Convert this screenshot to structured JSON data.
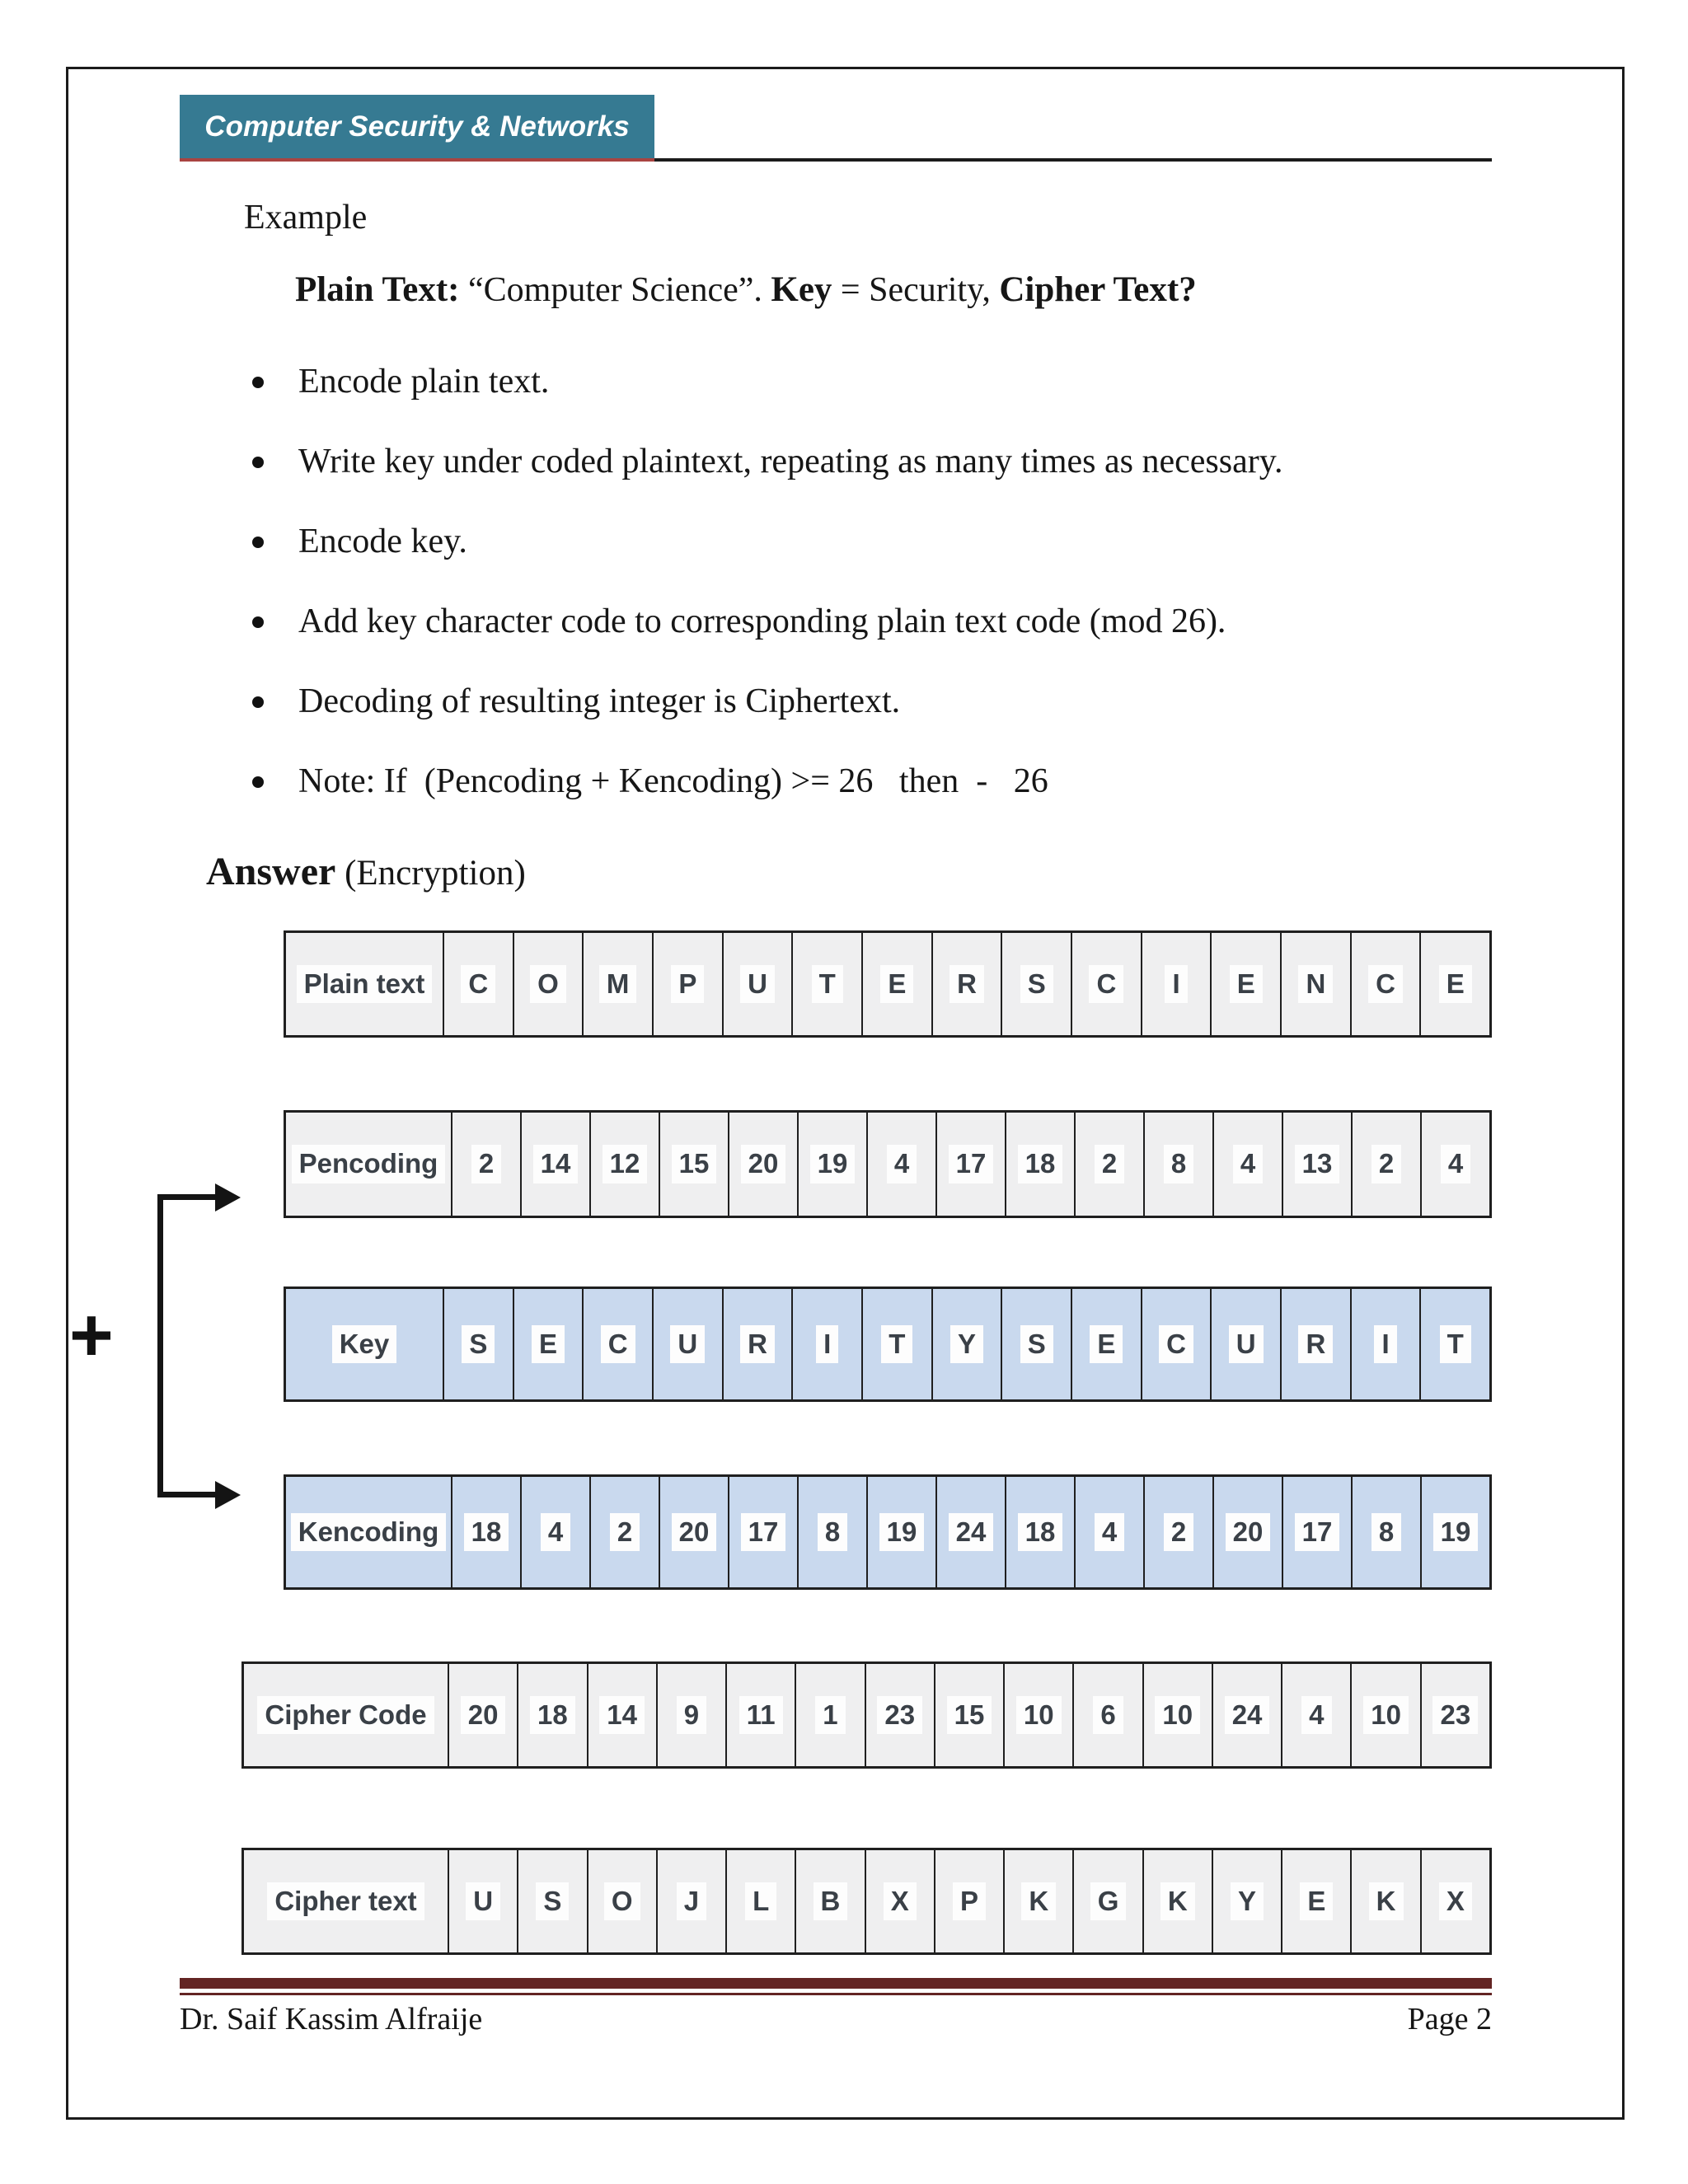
{
  "header": {
    "badge": "Computer Security & Networks"
  },
  "example_label": "Example",
  "problem": {
    "plain_label": "Plain Text:",
    "plain_value": "  “Computer Science”. ",
    "key_label": "Key",
    "key_value": " = Security, ",
    "cipher_question": "Cipher Text?"
  },
  "bullets": [
    "Encode plain text.",
    "Write key under coded plaintext, repeating as many times as necessary.",
    "Encode key.",
    "Add key character code to corresponding plain text code (mod 26).",
    "Decoding of resulting integer is Ciphertext.",
    "Note: If  (Pencoding + Kencoding) >= 26   then  -   26"
  ],
  "answer": {
    "bold": "Answer",
    "normal": " (Encryption)"
  },
  "plus_sign": "+",
  "tables": [
    {
      "label": "Plain text",
      "theme": "gray",
      "cells": [
        "C",
        "O",
        "M",
        "P",
        "U",
        "T",
        "E",
        "R",
        "S",
        "C",
        "I",
        "E",
        "N",
        "C",
        "E"
      ]
    },
    {
      "label": "Pencoding",
      "theme": "gray",
      "cells": [
        "2",
        "14",
        "12",
        "15",
        "20",
        "19",
        "4",
        "17",
        "18",
        "2",
        "8",
        "4",
        "13",
        "2",
        "4"
      ]
    },
    {
      "label": "Key",
      "theme": "blue",
      "cells": [
        "S",
        "E",
        "C",
        "U",
        "R",
        "I",
        "T",
        "Y",
        "S",
        "E",
        "C",
        "U",
        "R",
        "I",
        "T"
      ]
    },
    {
      "label": "Kencoding",
      "theme": "blue",
      "cells": [
        "18",
        "4",
        "2",
        "20",
        "17",
        "8",
        "19",
        "24",
        "18",
        "4",
        "2",
        "20",
        "17",
        "8",
        "19"
      ]
    },
    {
      "label": "Cipher Code",
      "theme": "gray",
      "cells": [
        "20",
        "18",
        "14",
        "9",
        "11",
        "1",
        "23",
        "15",
        "10",
        "6",
        "10",
        "24",
        "4",
        "10",
        "23"
      ]
    },
    {
      "label": "Cipher text",
      "theme": "gray",
      "cells": [
        "U",
        "S",
        "O",
        "J",
        "L",
        "B",
        "X",
        "P",
        "K",
        "G",
        "K",
        "Y",
        "E",
        "K",
        "X"
      ]
    }
  ],
  "footer": {
    "author": "Dr. Saif Kassim Alfraije",
    "page": "Page 2"
  },
  "colors": {
    "badge_teal": "#367a92",
    "badge_underline_red": "#a94441",
    "row_gray": "#efeff0",
    "row_blue": "#c9d9ee",
    "footer_maroon": "#632423"
  }
}
